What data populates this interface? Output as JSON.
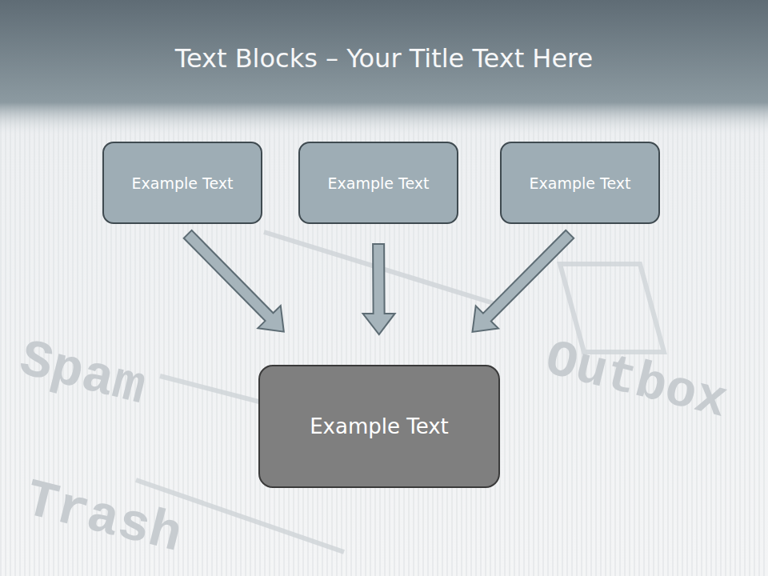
{
  "diagram": {
    "title": "Text Blocks – Your Title Text Here",
    "nodes": [
      {
        "text": [
          "Example Text"
        ]
      },
      {
        "text": [
          "Example Text"
        ]
      },
      {
        "text": [
          "Example Text"
        ]
      },
      {
        "text": [
          "Example Text"
        ]
      }
    ],
    "edges": [
      {
        "from": 0,
        "to": 3,
        "arrow": "to"
      },
      {
        "from": 1,
        "to": 3,
        "arrow": "to"
      },
      {
        "from": 2,
        "to": 3,
        "arrow": "to"
      }
    ],
    "labels": [
      "Outbox",
      "Spam",
      "Trash"
    ]
  }
}
